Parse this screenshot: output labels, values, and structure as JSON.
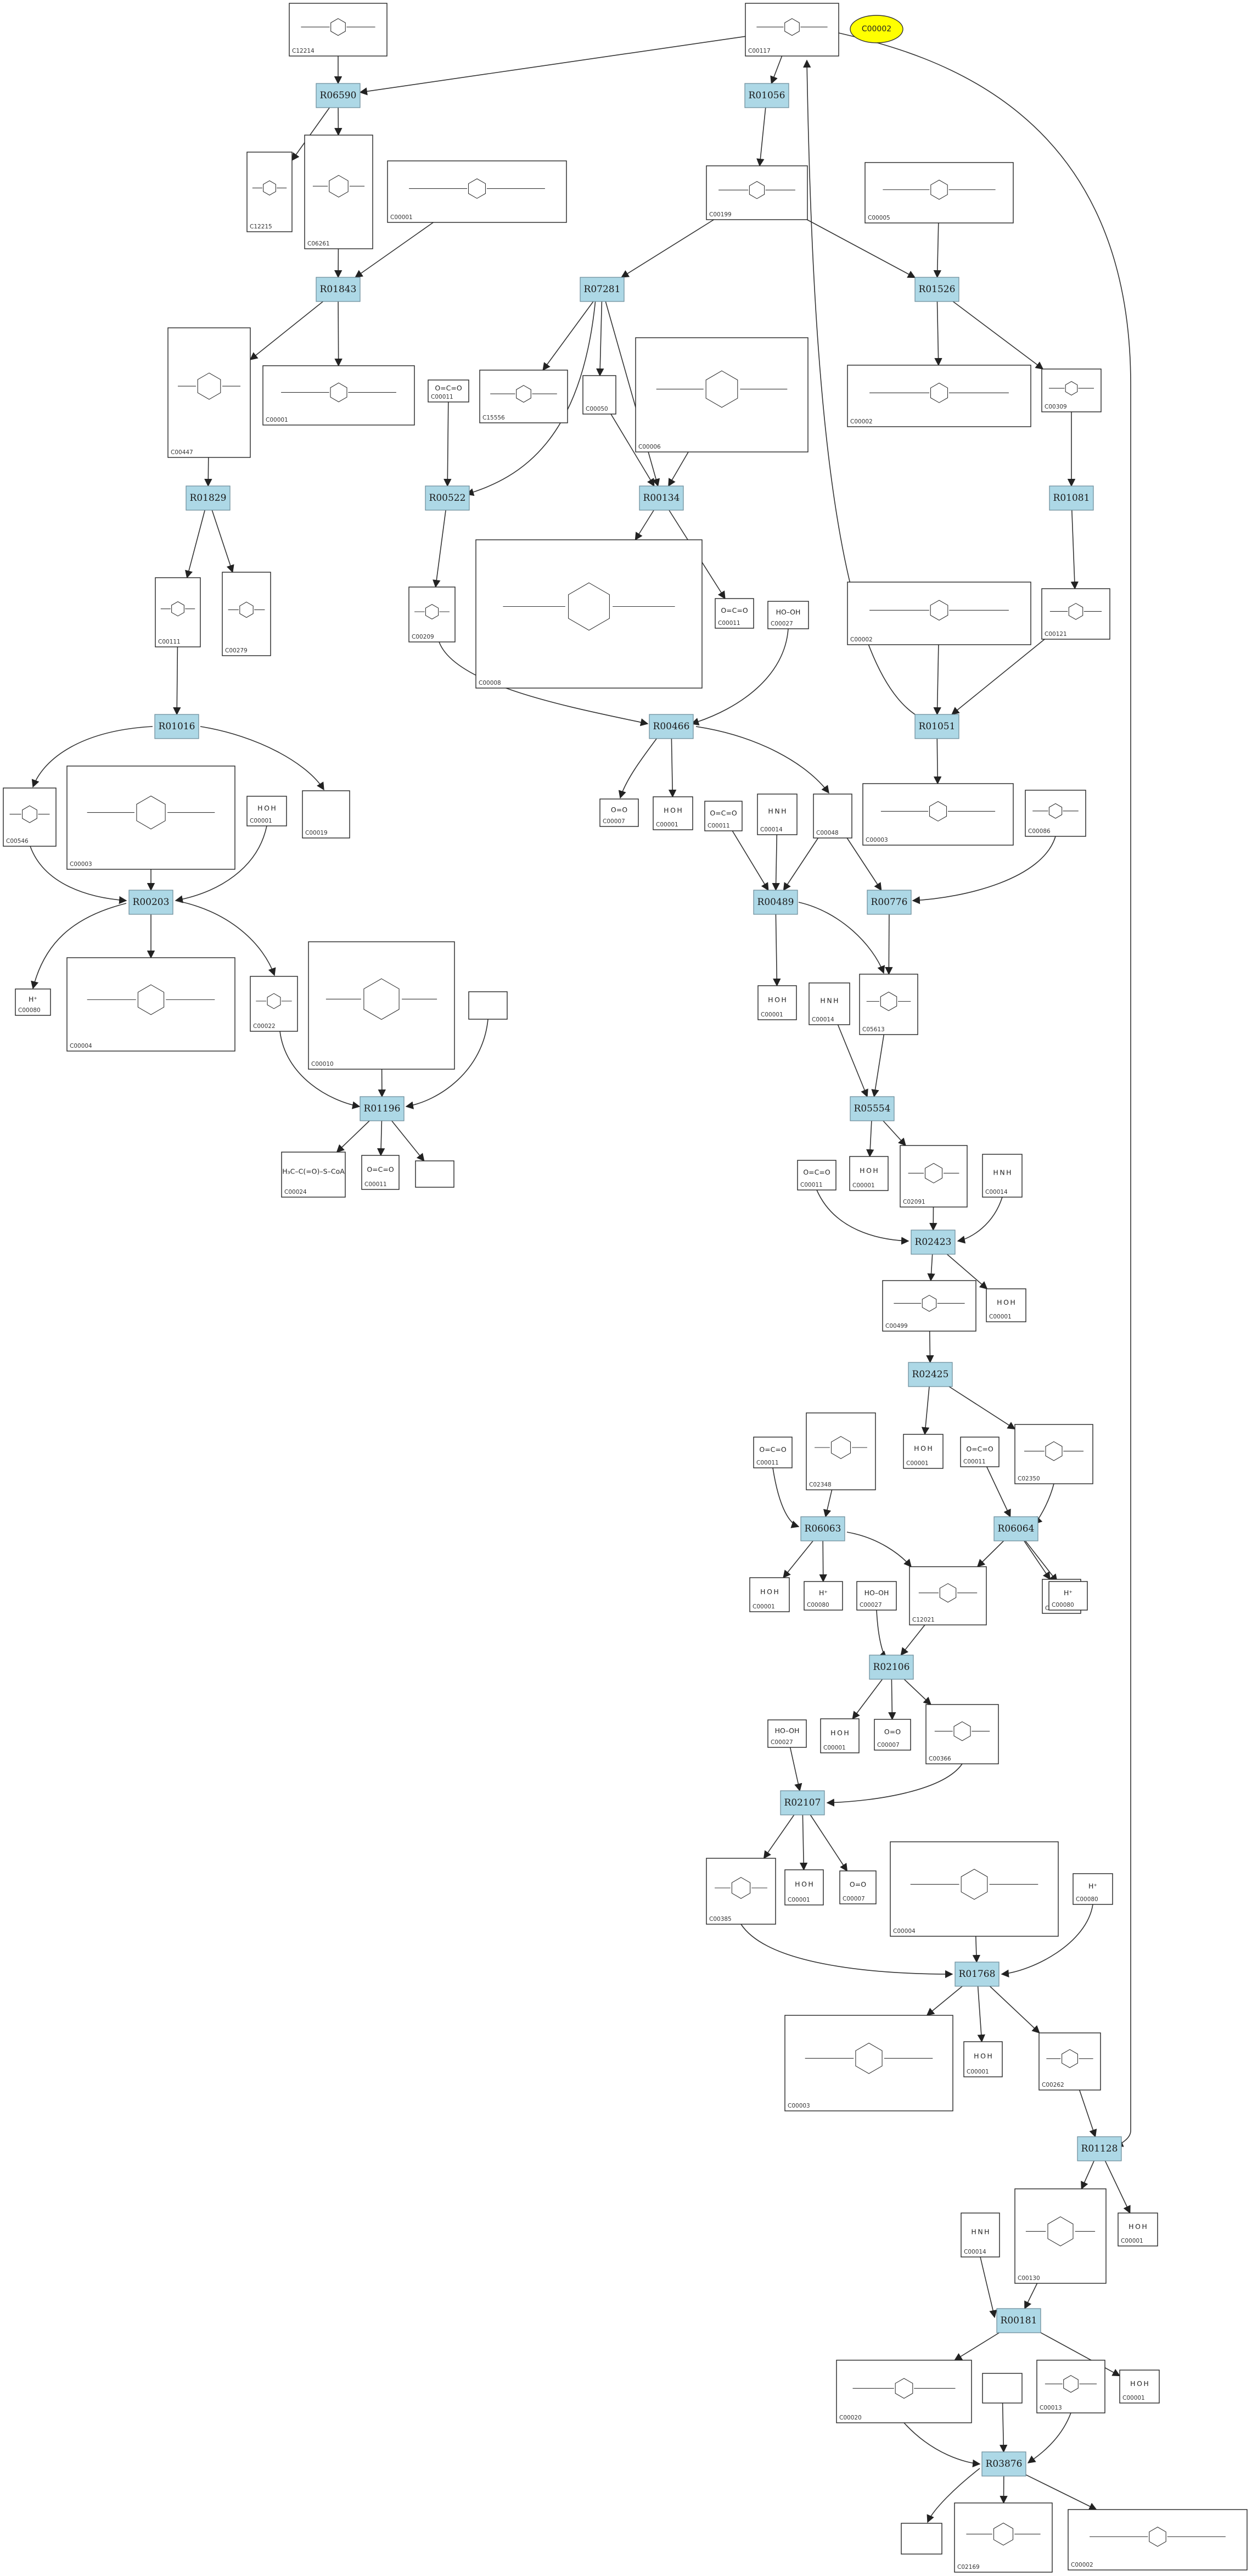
{
  "start_node": {
    "id": "C00002"
  },
  "reactions": [
    {
      "id": "R06590"
    },
    {
      "id": "R01056"
    },
    {
      "id": "R01843"
    },
    {
      "id": "R07281"
    },
    {
      "id": "R01526"
    },
    {
      "id": "R01829"
    },
    {
      "id": "R00522"
    },
    {
      "id": "R00134"
    },
    {
      "id": "R01081"
    },
    {
      "id": "R01016"
    },
    {
      "id": "R00466"
    },
    {
      "id": "R01051"
    },
    {
      "id": "R00203"
    },
    {
      "id": "R00489"
    },
    {
      "id": "R00776"
    },
    {
      "id": "R01196"
    },
    {
      "id": "R05554"
    },
    {
      "id": "R02423"
    },
    {
      "id": "R02425"
    },
    {
      "id": "R06063"
    },
    {
      "id": "R06064"
    },
    {
      "id": "R02106"
    },
    {
      "id": "R02107"
    },
    {
      "id": "R01768"
    },
    {
      "id": "R01128"
    },
    {
      "id": "R00181"
    },
    {
      "id": "R03876"
    }
  ],
  "compounds": [
    {
      "id": "C12214",
      "formula": "",
      "label": "C12214"
    },
    {
      "id": "C00117",
      "formula": "",
      "label": "C00117"
    },
    {
      "id": "C12215",
      "formula": "",
      "label": "C12215"
    },
    {
      "id": "C06261",
      "formula": "",
      "label": "C06261"
    },
    {
      "id": "C00001_atp1",
      "formula": "",
      "label": "C00001"
    },
    {
      "id": "C00199",
      "formula": "",
      "label": "C00199"
    },
    {
      "id": "C00005",
      "formula": "",
      "label": "C00005"
    },
    {
      "id": "C00447",
      "formula": "",
      "label": "C00447"
    },
    {
      "id": "C00001_a",
      "formula": "",
      "label": "C00001"
    },
    {
      "id": "C00011_a",
      "formula": "O=C=O",
      "label": "C00011"
    },
    {
      "id": "C15556",
      "formula": "",
      "label": "C15556"
    },
    {
      "id": "C00050",
      "formula": "",
      "label": "C00050"
    },
    {
      "id": "C00006",
      "formula": "",
      "label": "C00006"
    },
    {
      "id": "C00002_a",
      "formula": "",
      "label": "C00002"
    },
    {
      "id": "C00309",
      "formula": "",
      "label": "C00309"
    },
    {
      "id": "C00111",
      "formula": "",
      "label": "C00111"
    },
    {
      "id": "C00279",
      "formula": "",
      "label": "C00279"
    },
    {
      "id": "C00209",
      "formula": "",
      "label": "C00209"
    },
    {
      "id": "C00008",
      "formula": "",
      "label": "C00008"
    },
    {
      "id": "C00011_b",
      "formula": "O=C=O",
      "label": "C00011"
    },
    {
      "id": "C00027_a",
      "formula": "HO–OH",
      "label": "C00027"
    },
    {
      "id": "C00002_b",
      "formula": "",
      "label": "C00002"
    },
    {
      "id": "C00121",
      "formula": "",
      "label": "C00121"
    },
    {
      "id": "C00546",
      "formula": "",
      "label": "C00546"
    },
    {
      "id": "C00003_a",
      "formula": "",
      "label": "C00003"
    },
    {
      "id": "C00001_b",
      "formula": "H O H",
      "label": "C00001"
    },
    {
      "id": "C00019",
      "formula": "",
      "label": "C00019"
    },
    {
      "id": "C00007_a",
      "formula": "O=O",
      "label": "C00007"
    },
    {
      "id": "C00001_c",
      "formula": "H O H",
      "label": "C00001"
    },
    {
      "id": "C00011_c",
      "formula": "O=C=O",
      "label": "C00011"
    },
    {
      "id": "C00014_a",
      "formula": "H N H",
      "label": "C00014"
    },
    {
      "id": "C00048",
      "formula": "",
      "label": "C00048"
    },
    {
      "id": "C00003_b",
      "formula": "",
      "label": "C00003"
    },
    {
      "id": "C00086",
      "formula": "",
      "label": "C00086"
    },
    {
      "id": "C00080_a",
      "formula": "H⁺",
      "label": "C00080"
    },
    {
      "id": "C00004_a",
      "formula": "",
      "label": "C00004"
    },
    {
      "id": "C00022",
      "formula": "",
      "label": "C00022"
    },
    {
      "id": "C00010",
      "formula": "",
      "label": "C00010"
    },
    {
      "id": "blank_a",
      "formula": "",
      "label": ""
    },
    {
      "id": "C00001_d",
      "formula": "H O H",
      "label": "C00001"
    },
    {
      "id": "C00014_b",
      "formula": "H N H",
      "label": "C00014"
    },
    {
      "id": "C05613",
      "formula": "",
      "label": "C05613"
    },
    {
      "id": "C00024",
      "formula": "H₃C–C(=O)–S–CoA",
      "label": "C00024"
    },
    {
      "id": "C00011_d",
      "formula": "O=C=O",
      "label": "C00011"
    },
    {
      "id": "blank_b",
      "formula": "",
      "label": ""
    },
    {
      "id": "C00011_e",
      "formula": "O=C=O",
      "label": "C00011"
    },
    {
      "id": "C00001_e",
      "formula": "H O H",
      "label": "C00001"
    },
    {
      "id": "C02091",
      "formula": "",
      "label": "C02091"
    },
    {
      "id": "C00014_c",
      "formula": "H N H",
      "label": "C00014"
    },
    {
      "id": "C00499",
      "formula": "",
      "label": "C00499"
    },
    {
      "id": "C00001_f",
      "formula": "H O H",
      "label": "C00001"
    },
    {
      "id": "C00011_f",
      "formula": "O=C=O",
      "label": "C00011"
    },
    {
      "id": "C02348",
      "formula": "",
      "label": "C02348"
    },
    {
      "id": "C00001_g",
      "formula": "H O H",
      "label": "C00001"
    },
    {
      "id": "C00011_g",
      "formula": "O=C=O",
      "label": "C00011"
    },
    {
      "id": "C02350",
      "formula": "",
      "label": "C02350"
    },
    {
      "id": "C00001_h",
      "formula": "H O H",
      "label": "C00001"
    },
    {
      "id": "C00080_b",
      "formula": "H⁺",
      "label": "C00080"
    },
    {
      "id": "C00027_b",
      "formula": "HO–OH",
      "label": "C00027"
    },
    {
      "id": "C12021",
      "formula": "",
      "label": "C12021"
    },
    {
      "id": "C00001_i",
      "formula": "H O H",
      "label": "C00001"
    },
    {
      "id": "C00080_c",
      "formula": "H⁺",
      "label": "C00080"
    },
    {
      "id": "C00027_c",
      "formula": "HO–OH",
      "label": "C00027"
    },
    {
      "id": "C00001_j",
      "formula": "H O H",
      "label": "C00001"
    },
    {
      "id": "C00007_b",
      "formula": "O=O",
      "label": "C00007"
    },
    {
      "id": "C00366",
      "formula": "",
      "label": "C00366"
    },
    {
      "id": "C00385",
      "formula": "",
      "label": "C00385"
    },
    {
      "id": "C00001_k",
      "formula": "H O H",
      "label": "C00001"
    },
    {
      "id": "C00007_c",
      "formula": "O=O",
      "label": "C00007"
    },
    {
      "id": "C00004_b",
      "formula": "",
      "label": "C00004"
    },
    {
      "id": "C00080_d",
      "formula": "H⁺",
      "label": "C00080"
    },
    {
      "id": "C00003_c",
      "formula": "",
      "label": "C00003"
    },
    {
      "id": "C00001_l",
      "formula": "H O H",
      "label": "C00001"
    },
    {
      "id": "C00262",
      "formula": "",
      "label": "C00262"
    },
    {
      "id": "C00130",
      "formula": "",
      "label": "C00130"
    },
    {
      "id": "C00001_m",
      "formula": "H O H",
      "label": "C00001"
    },
    {
      "id": "C00014_d",
      "formula": "H N H",
      "label": "C00014"
    },
    {
      "id": "C00020",
      "formula": "",
      "label": "C00020"
    },
    {
      "id": "blank_c",
      "formula": "",
      "label": ""
    },
    {
      "id": "C00013",
      "formula": "",
      "label": "C00013"
    },
    {
      "id": "C00001_n",
      "formula": "H O H",
      "label": "C00001"
    },
    {
      "id": "blank_d",
      "formula": "",
      "label": ""
    },
    {
      "id": "C02169",
      "formula": "",
      "label": "C02169"
    },
    {
      "id": "C00002_c",
      "formula": "",
      "label": "C00002"
    }
  ],
  "edges": [
    [
      "C12214",
      "R06590"
    ],
    [
      "C00117",
      "R06590"
    ],
    [
      "R06590",
      "C12215"
    ],
    [
      "R06590",
      "C06261"
    ],
    [
      "C00117",
      "R01056"
    ],
    [
      "R01056",
      "C00199"
    ],
    [
      "C06261",
      "R01843"
    ],
    [
      "C00001_atp1",
      "R01843"
    ],
    [
      "R01843",
      "C00447"
    ],
    [
      "R01843",
      "C00001_a"
    ],
    [
      "C00199",
      "R07281"
    ],
    [
      "R07281",
      "C15556"
    ],
    [
      "R07281",
      "C00050"
    ],
    [
      "C00199",
      "R01526"
    ],
    [
      "C00005",
      "R01526"
    ],
    [
      "R01526",
      "C00002_a"
    ],
    [
      "R01526",
      "C00309"
    ],
    [
      "C00447",
      "R01829"
    ],
    [
      "R01829",
      "C00111"
    ],
    [
      "R01829",
      "C00279"
    ],
    [
      "C00011_a",
      "R00522"
    ],
    [
      "R07281",
      "R00522"
    ],
    [
      "R00522",
      "C00209"
    ],
    [
      "C00050",
      "R00134"
    ],
    [
      "C00006",
      "R00134"
    ],
    [
      "R07281",
      "R00134"
    ],
    [
      "R00134",
      "C00008"
    ],
    [
      "R00134",
      "C00011_b"
    ],
    [
      "C00309",
      "R01081"
    ],
    [
      "R01081",
      "C00121"
    ],
    [
      "C00111",
      "R01016"
    ],
    [
      "R01016",
      "C00546"
    ],
    [
      "R01016",
      "C00019"
    ],
    [
      "C00209",
      "R00466"
    ],
    [
      "C00027_a",
      "R00466"
    ],
    [
      "R00466",
      "C00007_a"
    ],
    [
      "R00466",
      "C00001_c"
    ],
    [
      "R00466",
      "C00048"
    ],
    [
      "C00002_b",
      "R01051"
    ],
    [
      "C00121",
      "R01051"
    ],
    [
      "R01051",
      "C00117"
    ],
    [
      "R01051",
      "C00003_b"
    ],
    [
      "C00546",
      "R00203"
    ],
    [
      "C00003_a",
      "R00203"
    ],
    [
      "C00001_b",
      "R00203"
    ],
    [
      "R00203",
      "C00080_a"
    ],
    [
      "R00203",
      "C00004_a"
    ],
    [
      "R00203",
      "C00022"
    ],
    [
      "C00011_c",
      "R00489"
    ],
    [
      "C00014_a",
      "R00489"
    ],
    [
      "C00048",
      "R00489"
    ],
    [
      "R00489",
      "C00001_d"
    ],
    [
      "R00489",
      "C05613"
    ],
    [
      "C00048",
      "R00776"
    ],
    [
      "C00086",
      "R00776"
    ],
    [
      "R00776",
      "C05613"
    ],
    [
      "C00022",
      "R01196"
    ],
    [
      "C00010",
      "R01196"
    ],
    [
      "blank_a",
      "R01196"
    ],
    [
      "R01196",
      "C00024"
    ],
    [
      "R01196",
      "C00011_d"
    ],
    [
      "R01196",
      "blank_b"
    ],
    [
      "C00014_b",
      "R05554"
    ],
    [
      "C05613",
      "R05554"
    ],
    [
      "R05554",
      "C00001_e"
    ],
    [
      "R05554",
      "C02091"
    ],
    [
      "C00011_e",
      "R02423"
    ],
    [
      "C02091",
      "R02423"
    ],
    [
      "C00014_c",
      "R02423"
    ],
    [
      "R02423",
      "C00499"
    ],
    [
      "R02423",
      "C00001_f"
    ],
    [
      "C00499",
      "R02425"
    ],
    [
      "R02425",
      "C00001_g"
    ],
    [
      "R02425",
      "C02350"
    ],
    [
      "C00011_f",
      "R06063"
    ],
    [
      "C02348",
      "R06063"
    ],
    [
      "R06063",
      "C00001_h"
    ],
    [
      "R06063",
      "C00080_b"
    ],
    [
      "R06063",
      "C12021"
    ],
    [
      "C00011_g",
      "R06064"
    ],
    [
      "C02350",
      "R06064"
    ],
    [
      "R06064",
      "C12021"
    ],
    [
      "R06064",
      "C00001_i"
    ],
    [
      "R06064",
      "C00080_c"
    ],
    [
      "C00027_b",
      "R02106"
    ],
    [
      "C12021",
      "R02106"
    ],
    [
      "R02106",
      "C00001_j"
    ],
    [
      "R02106",
      "C00007_b"
    ],
    [
      "R02106",
      "C00366"
    ],
    [
      "C00027_c",
      "R02107"
    ],
    [
      "C00366",
      "R02107"
    ],
    [
      "R02107",
      "C00385"
    ],
    [
      "R02107",
      "C00001_k"
    ],
    [
      "R02107",
      "C00007_c"
    ],
    [
      "C00385",
      "R01768"
    ],
    [
      "C00004_b",
      "R01768"
    ],
    [
      "C00080_d",
      "R01768"
    ],
    [
      "R01768",
      "C00003_c"
    ],
    [
      "R01768",
      "C00001_l"
    ],
    [
      "R01768",
      "C00262"
    ],
    [
      "C00262",
      "R01128"
    ],
    [
      "C00117",
      "R01128"
    ],
    [
      "R01128",
      "C00130"
    ],
    [
      "R01128",
      "C00001_m"
    ],
    [
      "C00014_d",
      "R00181"
    ],
    [
      "C00130",
      "R00181"
    ],
    [
      "R00181",
      "C00020"
    ],
    [
      "R00181",
      "C00001_n"
    ],
    [
      "C00020",
      "R03876"
    ],
    [
      "blank_c",
      "R03876"
    ],
    [
      "C00013",
      "R03876"
    ],
    [
      "R03876",
      "blank_d"
    ],
    [
      "R03876",
      "C02169"
    ],
    [
      "R03876",
      "C00002_c"
    ]
  ]
}
